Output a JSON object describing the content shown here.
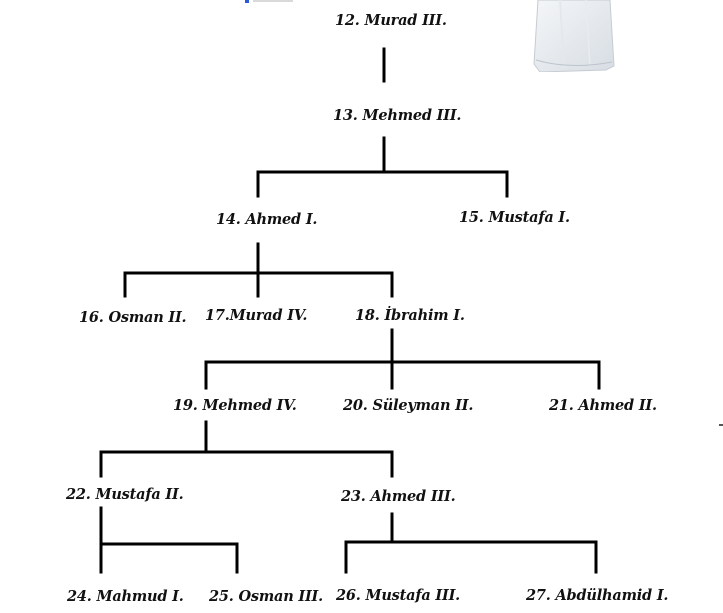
{
  "diagram": {
    "type": "family-tree",
    "nodes": [
      {
        "id": "n12",
        "label": "12. Murad III."
      },
      {
        "id": "n13",
        "label": "13. Mehmed III."
      },
      {
        "id": "n14",
        "label": "14. Ahmed I."
      },
      {
        "id": "n15",
        "label": "15. Mustafa I."
      },
      {
        "id": "n16",
        "label": "16. Osman II."
      },
      {
        "id": "n17",
        "label": "17.Murad IV."
      },
      {
        "id": "n18",
        "label": "18. İbrahim I."
      },
      {
        "id": "n19",
        "label": "19. Mehmed IV."
      },
      {
        "id": "n20",
        "label": "20. Süleyman II."
      },
      {
        "id": "n21",
        "label": "21. Ahmed II."
      },
      {
        "id": "n22",
        "label": "22. Mustafa II."
      },
      {
        "id": "n23",
        "label": "23. Ahmed  III."
      },
      {
        "id": "n24",
        "label": "24. Mahmud I."
      },
      {
        "id": "n25",
        "label": "25. Osman III."
      },
      {
        "id": "n26",
        "label": "26. Mustafa III."
      },
      {
        "id": "n27",
        "label": "27. Abdülhamid I."
      }
    ],
    "edges": [
      {
        "from": "n12",
        "to": "n13"
      },
      {
        "from": "n13",
        "to": "n14"
      },
      {
        "from": "n13",
        "to": "n15"
      },
      {
        "from": "n14",
        "to": "n16"
      },
      {
        "from": "n14",
        "to": "n17"
      },
      {
        "from": "n14",
        "to": "n18"
      },
      {
        "from": "n18",
        "to": "n19"
      },
      {
        "from": "n18",
        "to": "n20"
      },
      {
        "from": "n18",
        "to": "n21"
      },
      {
        "from": "n19",
        "to": "n22"
      },
      {
        "from": "n19",
        "to": "n23"
      },
      {
        "from": "n22",
        "to": "n24"
      },
      {
        "from": "n22",
        "to": "n25"
      },
      {
        "from": "n23",
        "to": "n26"
      },
      {
        "from": "n23",
        "to": "n27"
      }
    ]
  }
}
